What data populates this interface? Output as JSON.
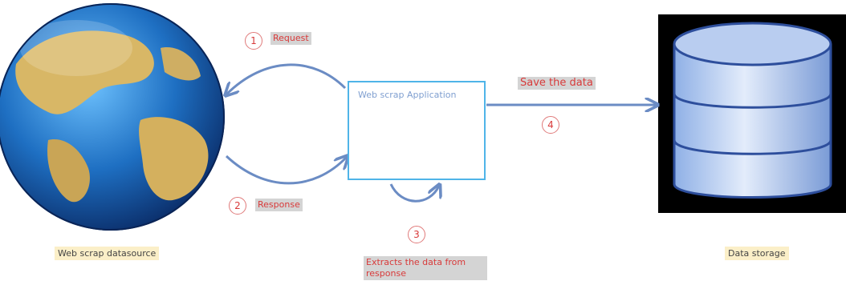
{
  "diagram": {
    "source_caption": "Web scrap datasource",
    "app_label": "Web scrap Application",
    "storage_caption": "Data storage",
    "steps": [
      {
        "number": "1",
        "label": "Request"
      },
      {
        "number": "2",
        "label": "Response"
      },
      {
        "number": "3",
        "label": "Extracts the data from response"
      },
      {
        "number": "4",
        "label": "Save the data"
      }
    ]
  },
  "colors": {
    "arrow": "#6b8cc4",
    "box_border": "#4fb4e8",
    "step_text": "#d83a3a",
    "tag_bg": "#d4d4d4",
    "caption_bg": "#fbefc8"
  },
  "icons": {
    "source": "globe-icon",
    "storage": "database-icon"
  }
}
